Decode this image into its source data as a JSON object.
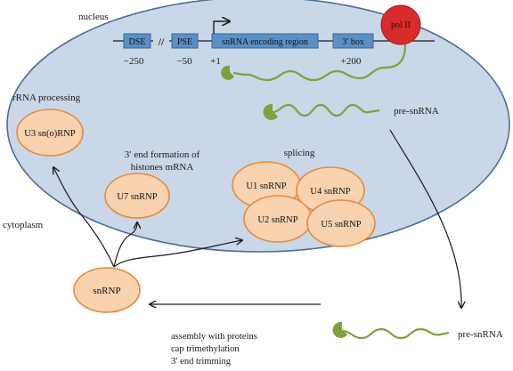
{
  "compartments": {
    "nucleus": "nucleus",
    "cytoplasm": "cytoplasm"
  },
  "gene": {
    "elements": [
      "DSE",
      "PSE",
      "snRNA encoding region",
      "3′ box"
    ],
    "break_mark": "//",
    "positions": [
      "−250",
      "−50",
      "+1",
      "+200"
    ],
    "polymerase": "pol II"
  },
  "labels": {
    "pre_snrna_nucleus": "pre-snRNA",
    "pre_snrna_cytoplasm": "pre-snRNA",
    "rrna_processing": "rRNA processing",
    "end_formation_line1": "3′ end formation of",
    "end_formation_line2": "histones mRNA",
    "splicing": "splicing",
    "assembly_line1": "assembly with proteins",
    "assembly_line2": "cap trimethylation",
    "assembly_line3": "3′ end  trimming"
  },
  "particles": {
    "u3": "U3 sn(o)RNP",
    "u7": "U7 snRNP",
    "u1": "U1 snRNP",
    "u4": "U4 snRNP",
    "u2": "U2 snRNP",
    "u5": "U5 snRNP",
    "snrnp": "snRNP"
  },
  "colors": {
    "nucleus_fill": "#c9d7e8",
    "nucleus_stroke": "#4f6f95",
    "gene_box": "#5b8fc7",
    "gene_box_stroke": "#3b6595",
    "particle_fill": "#f9d2b0",
    "particle_stroke": "#e58a3c",
    "pol2_fill": "#d92b2b",
    "rna_green": "#7fa23a"
  }
}
